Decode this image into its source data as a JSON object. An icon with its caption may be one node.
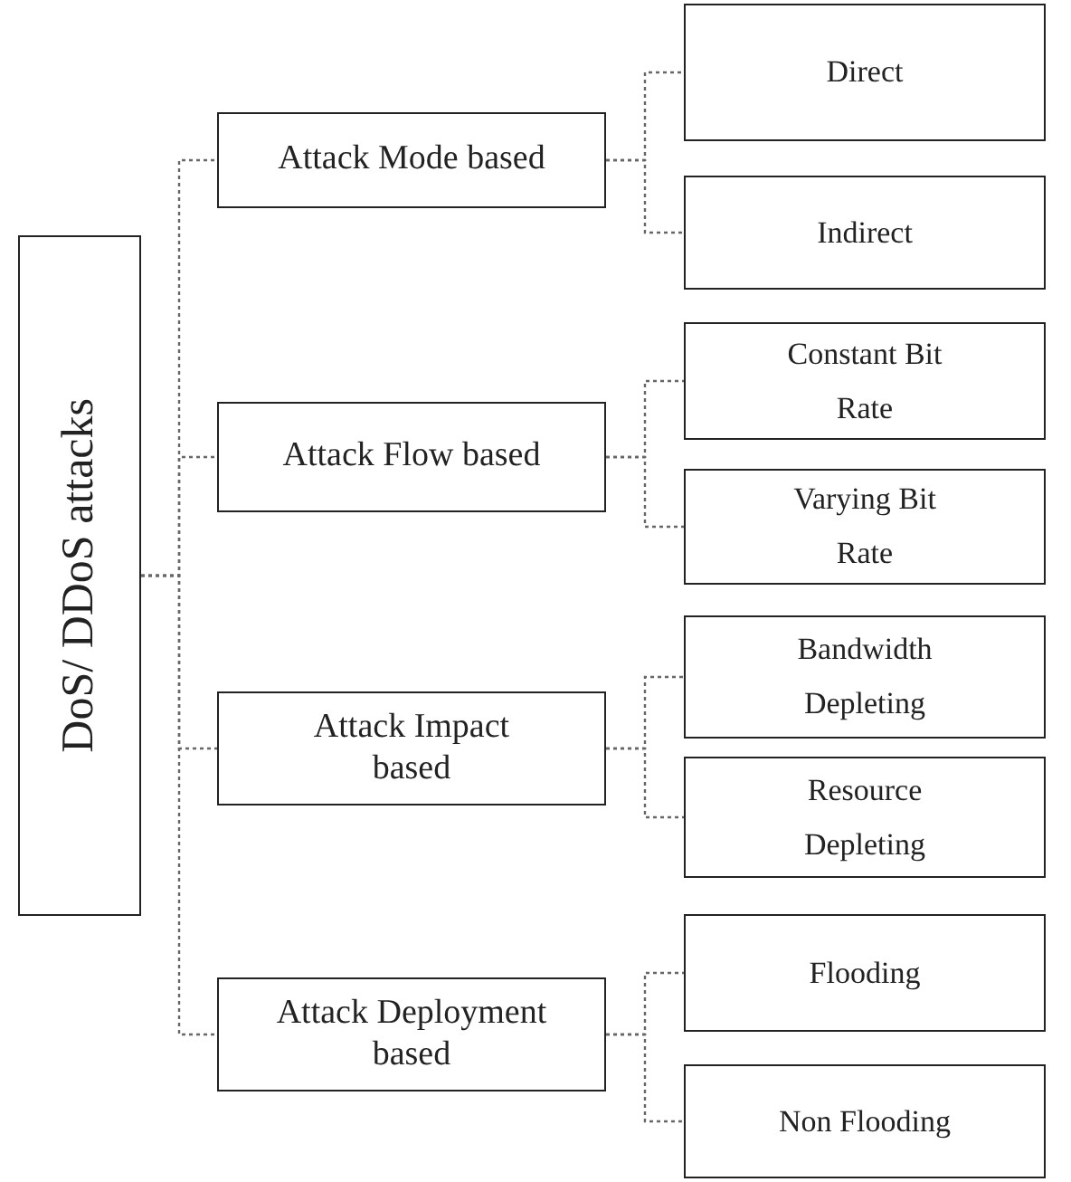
{
  "diagram": {
    "nodes": [
      {
        "text": [
          "DoS/ DDoS attacks"
        ]
      },
      {
        "text": [
          "Attack Mode based"
        ]
      },
      {
        "text": [
          "Direct"
        ]
      },
      {
        "text": [
          "Indirect"
        ]
      },
      {
        "text": [
          "Attack Flow based"
        ]
      },
      {
        "text": [
          "Constant Bit Rate"
        ]
      },
      {
        "text": [
          "Varying Bit Rate"
        ]
      },
      {
        "text": [
          "Attack Impact based"
        ]
      },
      {
        "text": [
          "Bandwidth Depleting"
        ]
      },
      {
        "text": [
          "Resource Depleting"
        ]
      },
      {
        "text": [
          "Attack Deployment based"
        ]
      },
      {
        "text": [
          "Flooding"
        ]
      },
      {
        "text": [
          "Non Flooding"
        ]
      }
    ],
    "edges": [
      {
        "from": 0,
        "to": 1,
        "arrow": "none",
        "style": "dashed"
      },
      {
        "from": 0,
        "to": 4,
        "arrow": "none",
        "style": "dashed"
      },
      {
        "from": 0,
        "to": 7,
        "arrow": "none",
        "style": "dashed"
      },
      {
        "from": 0,
        "to": 10,
        "arrow": "none",
        "style": "dashed"
      },
      {
        "from": 1,
        "to": 2,
        "arrow": "none",
        "style": "dashed"
      },
      {
        "from": 1,
        "to": 3,
        "arrow": "none",
        "style": "dashed"
      },
      {
        "from": 4,
        "to": 5,
        "arrow": "none",
        "style": "dashed"
      },
      {
        "from": 4,
        "to": 6,
        "arrow": "none",
        "style": "dashed"
      },
      {
        "from": 7,
        "to": 8,
        "arrow": "none",
        "style": "dashed"
      },
      {
        "from": 7,
        "to": 9,
        "arrow": "none",
        "style": "dashed"
      },
      {
        "from": 10,
        "to": 11,
        "arrow": "none",
        "style": "dashed"
      },
      {
        "from": 10,
        "to": 12,
        "arrow": "none",
        "style": "dashed"
      }
    ]
  }
}
